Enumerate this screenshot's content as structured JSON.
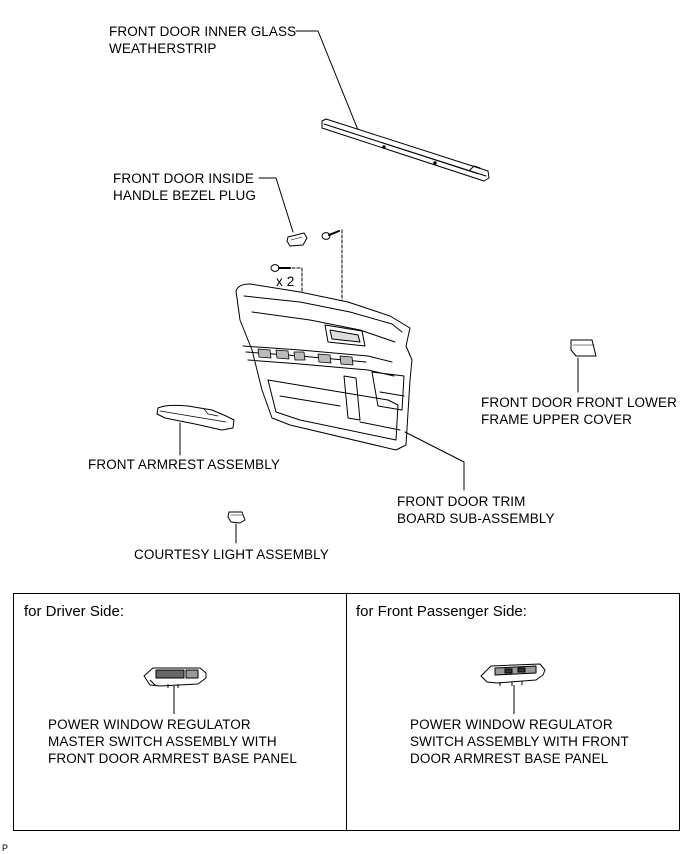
{
  "labels": {
    "inner_glass_weatherstrip": [
      "FRONT DOOR INNER GLASS",
      "WEATHERSTRIP"
    ],
    "handle_bezel_plug": [
      "FRONT DOOR INSIDE",
      "HANDLE BEZEL PLUG"
    ],
    "screw_qty": "x 2",
    "front_lower_frame_cover": [
      "FRONT DOOR FRONT LOWER",
      "FRAME UPPER COVER"
    ],
    "front_armrest": "FRONT ARMREST ASSEMBLY",
    "trim_board": [
      "FRONT DOOR TRIM",
      "BOARD SUB-ASSEMBLY"
    ],
    "courtesy_light": "COURTESY LIGHT ASSEMBLY"
  },
  "panels": {
    "driver": {
      "title": "for Driver Side:",
      "part": [
        "POWER WINDOW REGULATOR",
        "MASTER SWITCH ASSEMBLY WITH",
        "FRONT DOOR ARMREST BASE PANEL"
      ]
    },
    "passenger": {
      "title": "for Front Passenger Side:",
      "part": [
        "POWER WINDOW REGULATOR",
        "SWITCH ASSEMBLY WITH FRONT",
        "DOOR ARMREST BASE PANEL"
      ]
    }
  },
  "figure_code": "P"
}
